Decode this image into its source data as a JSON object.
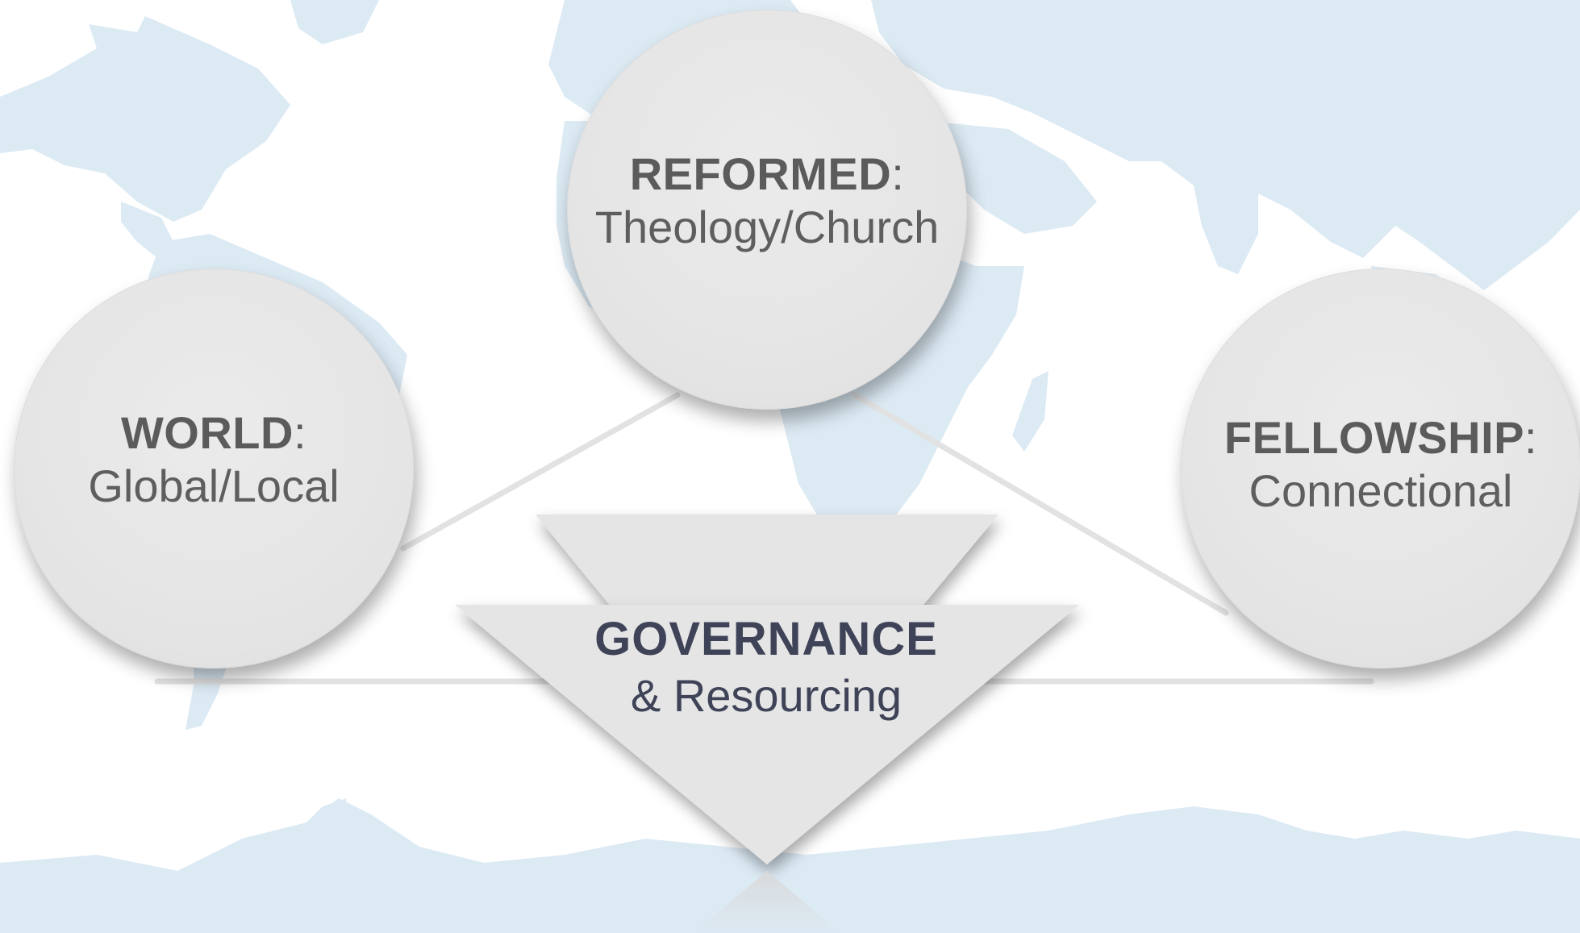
{
  "diagram": {
    "nodes": {
      "reformed": {
        "title": "REFORMED",
        "colon": ":",
        "subtitle": "Theology/Church"
      },
      "world": {
        "title": "WORLD",
        "colon": ":",
        "subtitle": "Global/Local"
      },
      "fellowship": {
        "title": "FELLOWSHIP",
        "colon": ":",
        "subtitle": "Connectional"
      }
    },
    "governance": {
      "title": "GOVERNANCE",
      "subtitle": "& Resourcing"
    }
  },
  "colors": {
    "map_land": "#dceaf4",
    "node_fill": "#e6e6e6",
    "node_text": "#5b5b5b",
    "governance_text": "#3f4358",
    "connector": "#e2e2e2"
  },
  "icons": {
    "background": "world-map-icon"
  }
}
